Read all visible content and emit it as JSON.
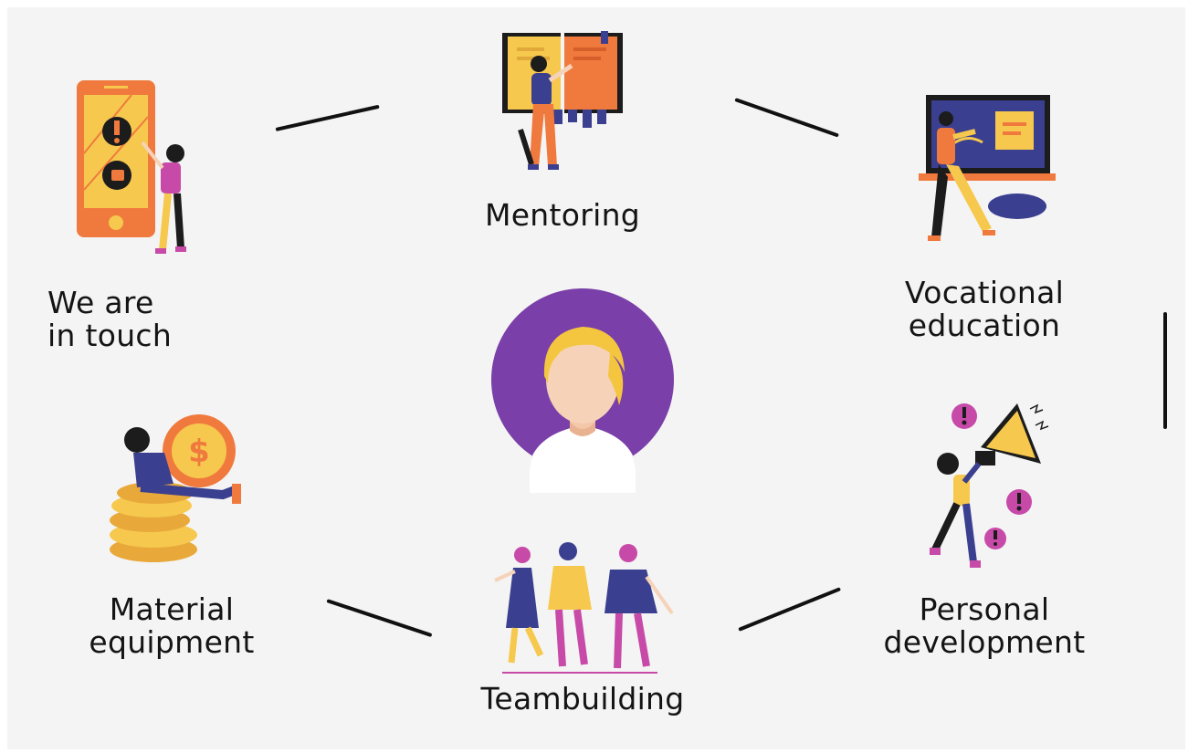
{
  "center": {
    "icon": "user-avatar-icon"
  },
  "nodes": {
    "mentoring": {
      "label": "Mentoring",
      "icon": "open-book-person-icon"
    },
    "vocational": {
      "label_line1": "Vocational",
      "label_line2": "education",
      "icon": "presentation-board-icon"
    },
    "personal": {
      "label_line1": "Personal",
      "label_line2": "development",
      "icon": "megaphone-person-icon"
    },
    "teambuilding": {
      "label": "Teambuilding",
      "icon": "group-of-friends-icon"
    },
    "material": {
      "label_line1": "Material",
      "label_line2": "equipment",
      "icon": "coins-person-icon"
    },
    "touch": {
      "label_line1": "We are",
      "label_line2": "in touch",
      "icon": "smartphone-person-icon"
    }
  },
  "colors": {
    "background": "#f4f4f4",
    "line": "#111111",
    "avatar_purple": "#7a3fa8",
    "orange": "#f07a3e",
    "yellow": "#f6c84e",
    "navy": "#3a3f8f",
    "magenta": "#c74aa8",
    "skin": "#f6d2b8"
  }
}
